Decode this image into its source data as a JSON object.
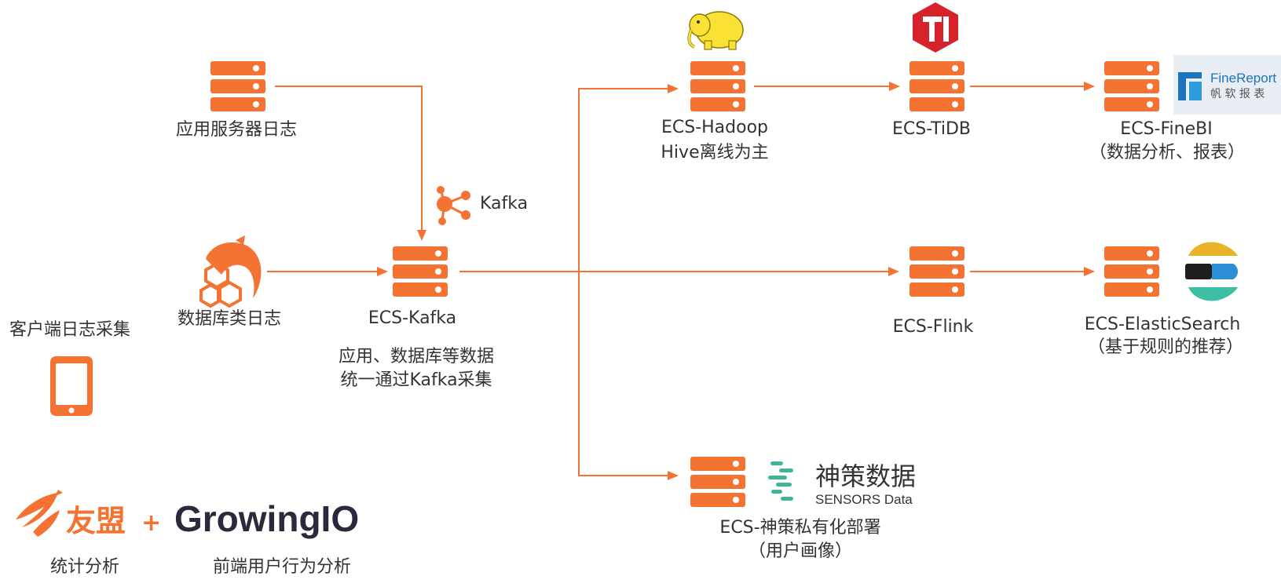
{
  "colors": {
    "accent": "#F47332",
    "text": "#333333",
    "sensors_green": "#3FB59A",
    "tidb_red": "#D6222A",
    "finereport_blue": "#1B75BB"
  },
  "nodes": {
    "app_server": {
      "label": "应用服务器日志"
    },
    "database": {
      "label": "数据库类日志"
    },
    "client": {
      "label": "客户端日志采集"
    },
    "kafka": {
      "label": "ECS-Kafka",
      "desc_line1": "应用、数据库等数据",
      "desc_line2": "统一通过Kafka采集",
      "tag": "Kafka"
    },
    "hadoop": {
      "label": "ECS-Hadoop",
      "sub": "Hive离线为主"
    },
    "tidb": {
      "label": "ECS-TiDB"
    },
    "finebi": {
      "label": "ECS-FineBI",
      "sub": "（数据分析、报表）"
    },
    "flink": {
      "label": "ECS-Flink"
    },
    "elastic": {
      "label": "ECS-ElasticSearch",
      "sub": "（基于规则的推荐）"
    },
    "sensors": {
      "label": "ECS-神策私有化部署",
      "sub": "（用户画像）"
    }
  },
  "logos": {
    "finereport": {
      "name": "FineReport",
      "sub": "帆 软 报 表"
    },
    "sensors": {
      "cn": "神策数据",
      "en": "SENSORS Data"
    },
    "umeng": {
      "name": "友盟",
      "plus": "+"
    },
    "growingio": {
      "name": "GrowingIO"
    }
  },
  "bottom_labels": {
    "umeng": "统计分析",
    "growingio": "前端用户行为分析"
  }
}
